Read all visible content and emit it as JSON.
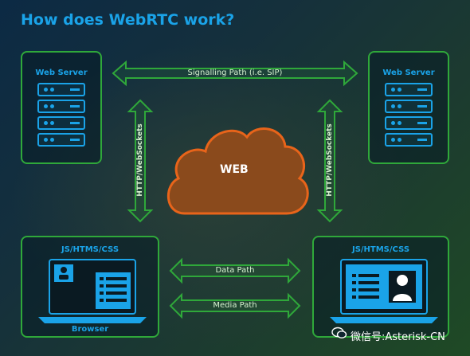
{
  "title": "How does WebRTC work?",
  "left_server": {
    "label": "Web Server"
  },
  "right_server": {
    "label": "Web Server"
  },
  "signalling": {
    "label": "Signalling Path (i.e. SIP)"
  },
  "left_transport": {
    "label": "HTTP/WebSockets"
  },
  "right_transport": {
    "label": "HTTP/WebSockets"
  },
  "cloud": {
    "label": "WEB"
  },
  "left_client": {
    "title": "JS/HTMS/CSS",
    "caption": "Browser"
  },
  "right_client": {
    "title": "JS/HTMS/CSS"
  },
  "data_path": {
    "label": "Data Path"
  },
  "media_path": {
    "label": "Media Path"
  },
  "watermark": {
    "text": "微信号:Asterisk-CN"
  },
  "colors": {
    "accent_blue": "#1aa3e8",
    "accent_green": "#2fa83a",
    "cloud_orange": "#e8641a"
  }
}
